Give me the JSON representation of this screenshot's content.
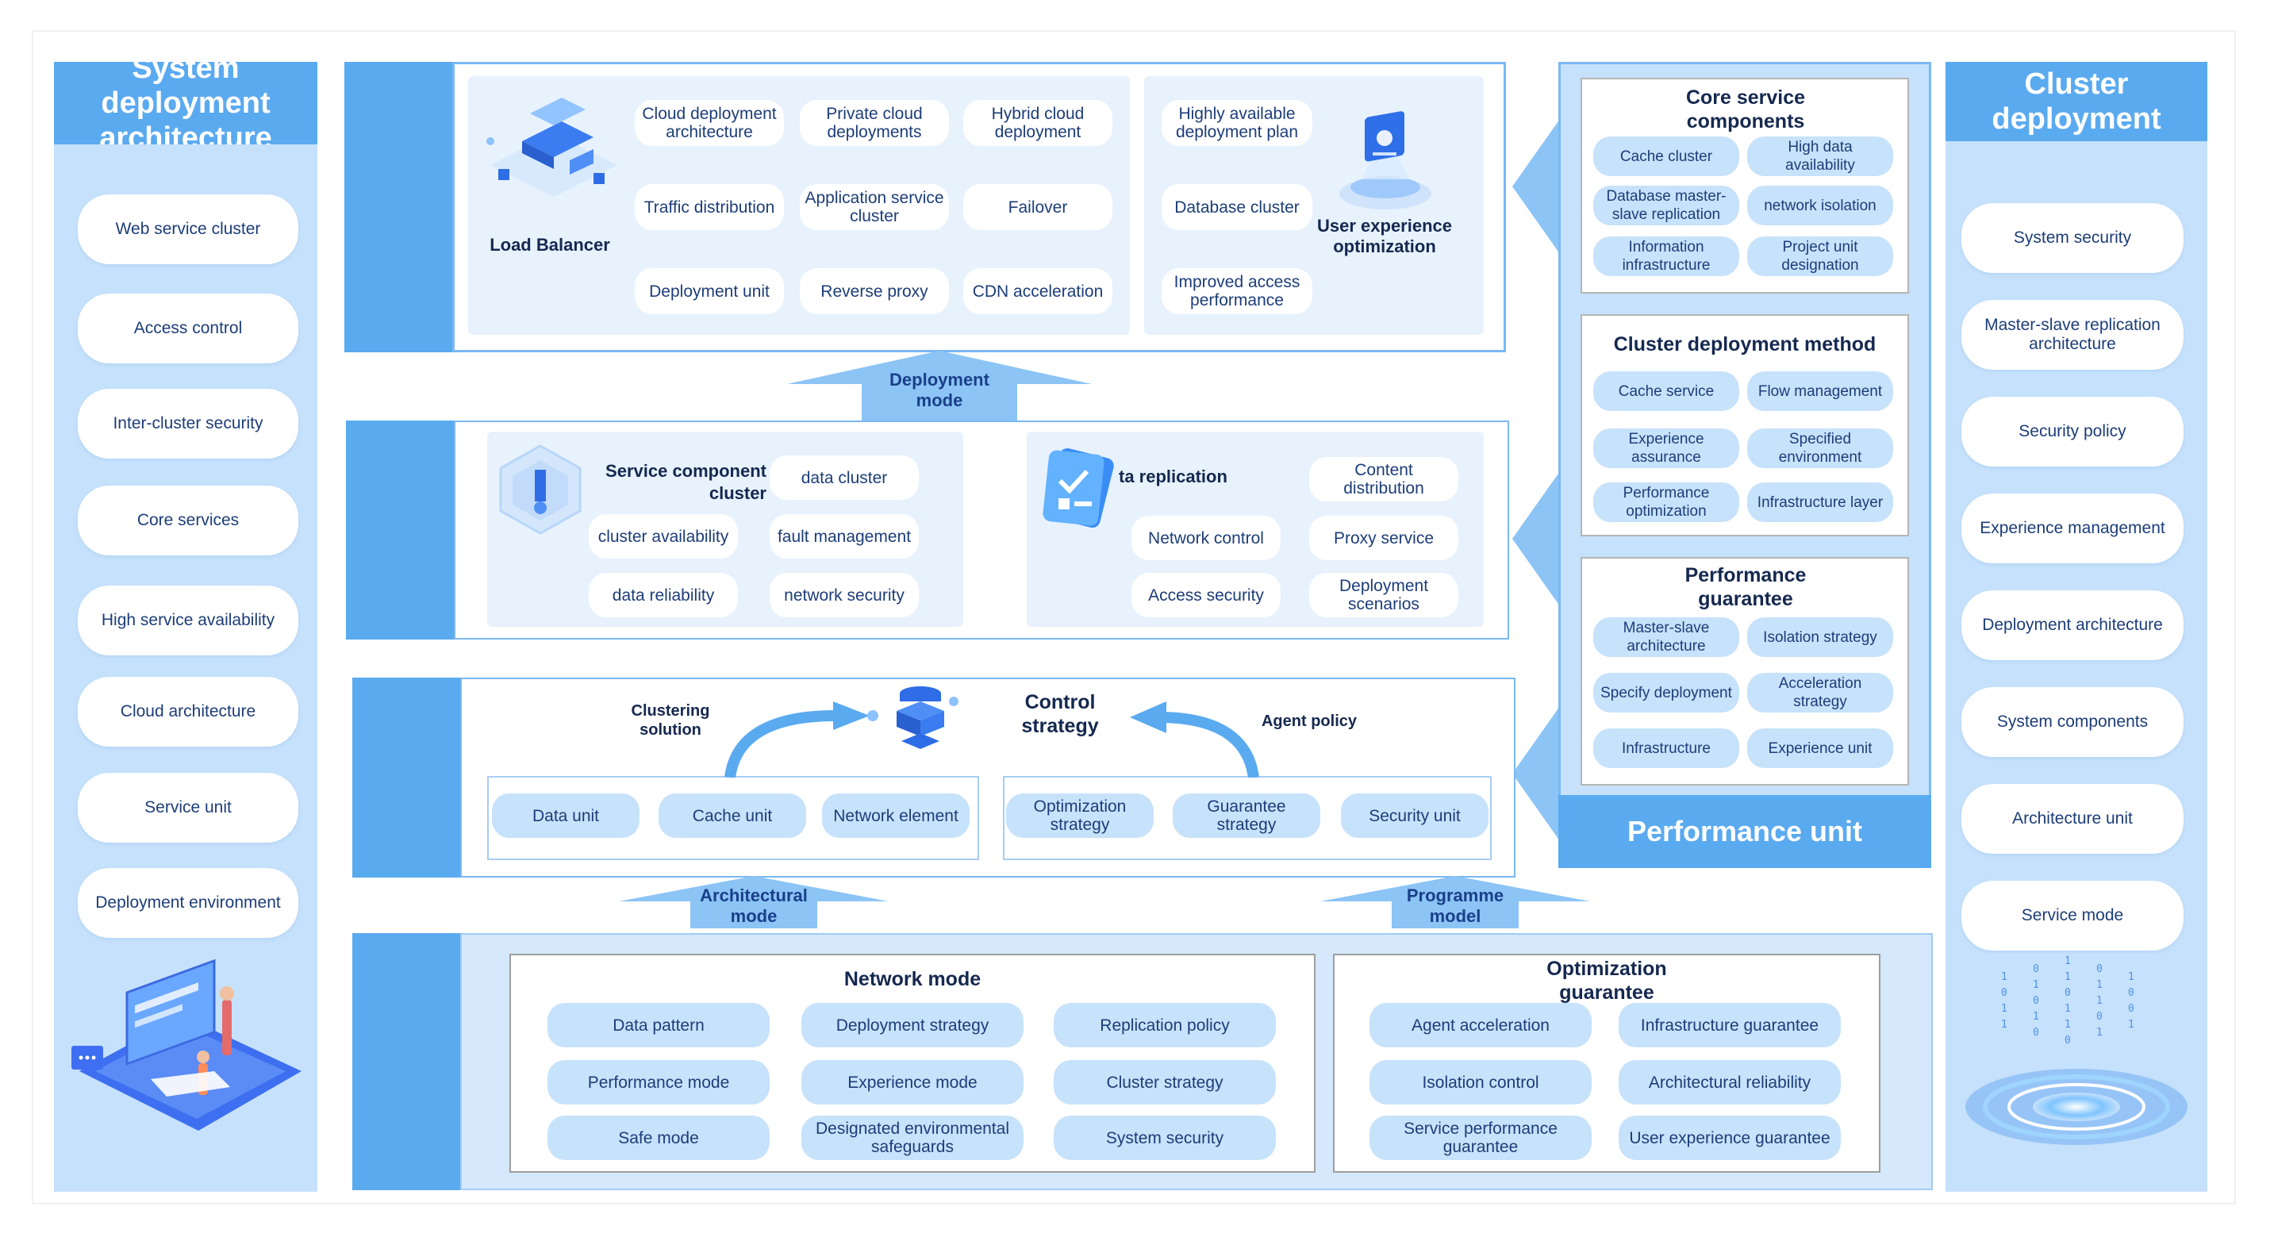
{
  "left_column": {
    "title": "System deployment architecture",
    "items": [
      "Web service cluster",
      "Access control",
      "Inter-cluster security",
      "Core services",
      "High service availability",
      "Cloud architecture",
      "Service unit",
      "Deployment environment"
    ]
  },
  "right_column": {
    "title": "Cluster deployment",
    "items": [
      "System security",
      "Master-slave replication architecture",
      "Security policy",
      "Experience management",
      "Deployment architecture",
      "System components",
      "Architecture unit",
      "Service mode"
    ]
  },
  "top_panel": {
    "icon_label": "Load Balancer",
    "chips": [
      "Cloud deployment architecture",
      "Private cloud deployments",
      "Hybrid cloud deployment",
      "Traffic distribution",
      "Application service cluster",
      "Failover",
      "Deployment unit",
      "Reverse proxy",
      "CDN acceleration"
    ],
    "right_chips": [
      "Highly available deployment plan",
      "Database cluster",
      "Improved access performance"
    ],
    "right_icon_label": "User experience optimization"
  },
  "arrow_deployment": "Deployment mode",
  "mid_panel": {
    "left_title": "Service component cluster",
    "left_chips": [
      "data cluster",
      "cluster availability",
      "fault management",
      "data reliability",
      "network security"
    ],
    "right_title": "ta replication",
    "right_chips": [
      "Content distribution",
      "Network control",
      "Proxy service",
      "Access security",
      "Deployment scenarios"
    ]
  },
  "control_panel": {
    "title": "Control strategy",
    "left_label": "Clustering solution",
    "right_label": "Agent policy",
    "left_chips": [
      "Data unit",
      "Cache unit",
      "Network element"
    ],
    "right_chips": [
      "Optimization strategy",
      "Guarantee strategy",
      "Security unit"
    ]
  },
  "arrow_architectural": "Architectural mode",
  "arrow_programme": "Programme model",
  "bottom_panel": {
    "left_title": "Network mode",
    "left_chips": [
      "Data pattern",
      "Deployment strategy",
      "Replication policy",
      "Performance mode",
      "Experience mode",
      "Cluster strategy",
      "Safe mode",
      "Designated environmental safeguards",
      "System security"
    ],
    "right_title": "Optimization guarantee",
    "right_chips": [
      "Agent acceleration",
      "Infrastructure guarantee",
      "Isolation control",
      "Architectural reliability",
      "Service performance guarantee",
      "User experience guarantee"
    ]
  },
  "perf_column": {
    "footer": "Performance unit",
    "box1": {
      "title": "Core service components",
      "chips": [
        "Cache cluster",
        "High data availability",
        "Database master-slave replication",
        "network isolation",
        "Information infrastructure",
        "Project unit designation"
      ]
    },
    "box2": {
      "title": "Cluster deployment method",
      "chips": [
        "Cache service",
        "Flow management",
        "Experience assurance",
        "Specified environment",
        "Performance optimization",
        "Infrastructure layer"
      ]
    },
    "box3": {
      "title": "Performance guarantee",
      "chips": [
        "Master-slave architecture",
        "Isolation strategy",
        "Specify deployment",
        "Acceleration strategy",
        "Infrastructure",
        "Experience unit"
      ]
    }
  },
  "colors": {
    "accent": "#5aaaf0",
    "column_bg": "#c6e1fb",
    "chip_bg": "#c7e2fb",
    "text": "#1d3d78"
  }
}
